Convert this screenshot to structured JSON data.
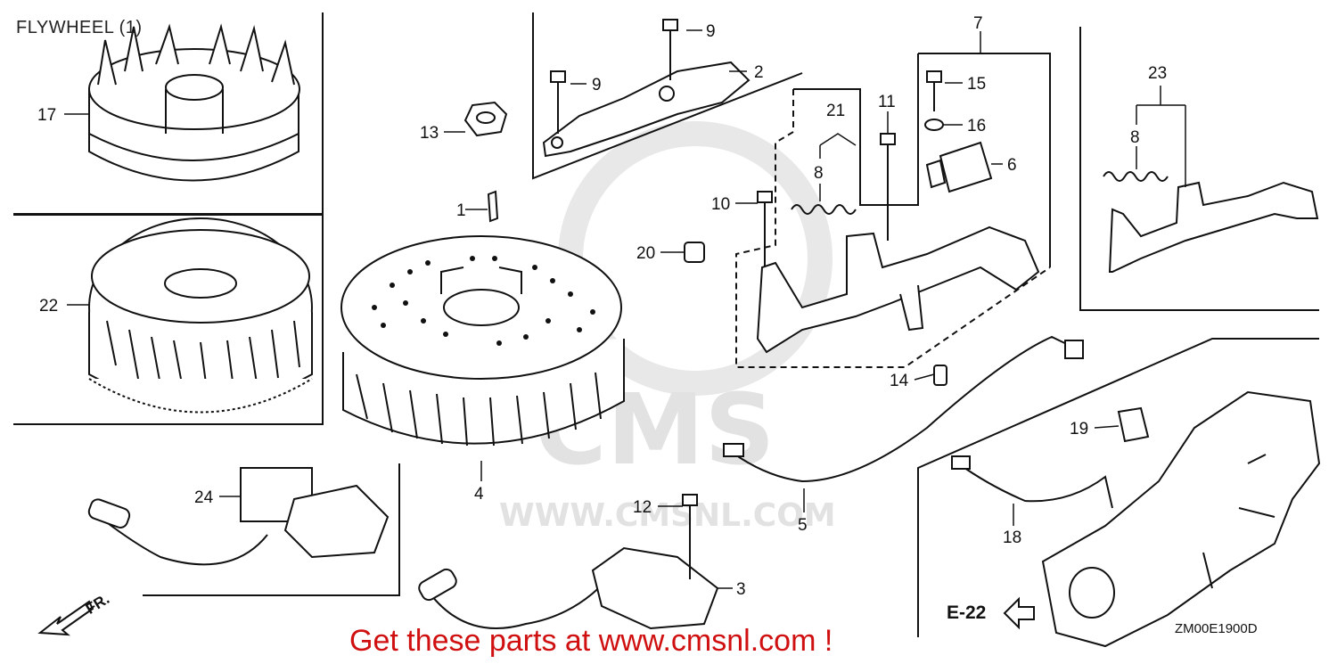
{
  "diagram": {
    "title": "FLYWHEEL (1)",
    "footer": "Get these parts at www.cmsnl.com !",
    "drawing_code": "ZM00E1900D",
    "reference": "E-22",
    "front_label": "FR.",
    "watermark": {
      "brand": "CMS",
      "url": "WWW.CMSNL.COM"
    },
    "callouts": {
      "c1": "1",
      "c2": "2",
      "c3": "3",
      "c4": "4",
      "c5": "5",
      "c6": "6",
      "c7": "7",
      "c8a": "8",
      "c8b": "8",
      "c9a": "9",
      "c9b": "9",
      "c10": "10",
      "c11": "11",
      "c12": "12",
      "c13": "13",
      "c14": "14",
      "c15": "15",
      "c16": "16",
      "c17": "17",
      "c18": "18",
      "c19": "19",
      "c20": "20",
      "c21": "21",
      "c22": "22",
      "c23": "23",
      "c24": "24"
    },
    "colors": {
      "line": "#111111",
      "footer": "#d01010",
      "watermark": "#e4e4e4"
    }
  }
}
